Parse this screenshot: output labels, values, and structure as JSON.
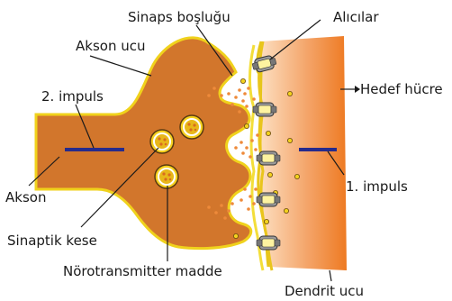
{
  "labels": {
    "synaptic_cleft": "Sinaps boşluğu",
    "receptors": "Alıcılar",
    "axon_terminal": "Akson ucu",
    "target_cell": "Hedef hücre",
    "impulse_2": "2. impuls",
    "impulse_1": "1. impuls",
    "axon": "Akson",
    "synaptic_vesicle": "Sinaptik kese",
    "neurotransmitter": "Nörotransmitter madde",
    "dendrite_end": "Dendrit ucu"
  },
  "colors": {
    "axon_fill": "#d2762c",
    "axon_outline": "#f0d21c",
    "dendrite_light": "#fde1c4",
    "dendrite_dark": "#ee7a22",
    "impulse_bar": "#262b8c",
    "neurotransmitter_dot": "#ee8a3a",
    "receptor_gray": "#8f8f8f"
  }
}
